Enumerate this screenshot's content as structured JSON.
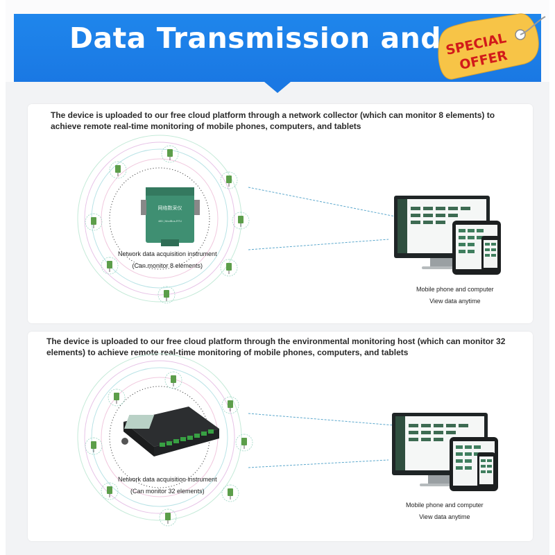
{
  "banner": {
    "title": "Data Transmission and Vie",
    "bar_color": "#1f86ec"
  },
  "offer_tag": {
    "line1": "SPECIAL",
    "line2": "OFFER",
    "color": "#f7c447"
  },
  "section1": {
    "description": "The device is uploaded to our free cloud platform through a network collector (which can monitor 8 elements) to achieve remote real-time monitoring of mobile phones, computers, and tablets",
    "device_caption": "Network data acquisition instrument",
    "device_subcaption": "(Can monitor 8 elements)",
    "device_label": "网络数采仪",
    "device_sublabel": "485 | ModBus-RTU",
    "screen_caption": "Mobile phone and computer",
    "screen_subcaption": "View data anytime"
  },
  "section2": {
    "description": "The device is uploaded to our free cloud platform through the environmental monitoring host (which can monitor 32 elements) to achieve remote real-time monitoring of mobile phones, computers, and tablets",
    "device_caption": "Network data acquisition instrument",
    "device_subcaption": "(Can monitor 32 elements)",
    "screen_caption": "Mobile phone and computer",
    "screen_subcaption": "View data anytime"
  }
}
